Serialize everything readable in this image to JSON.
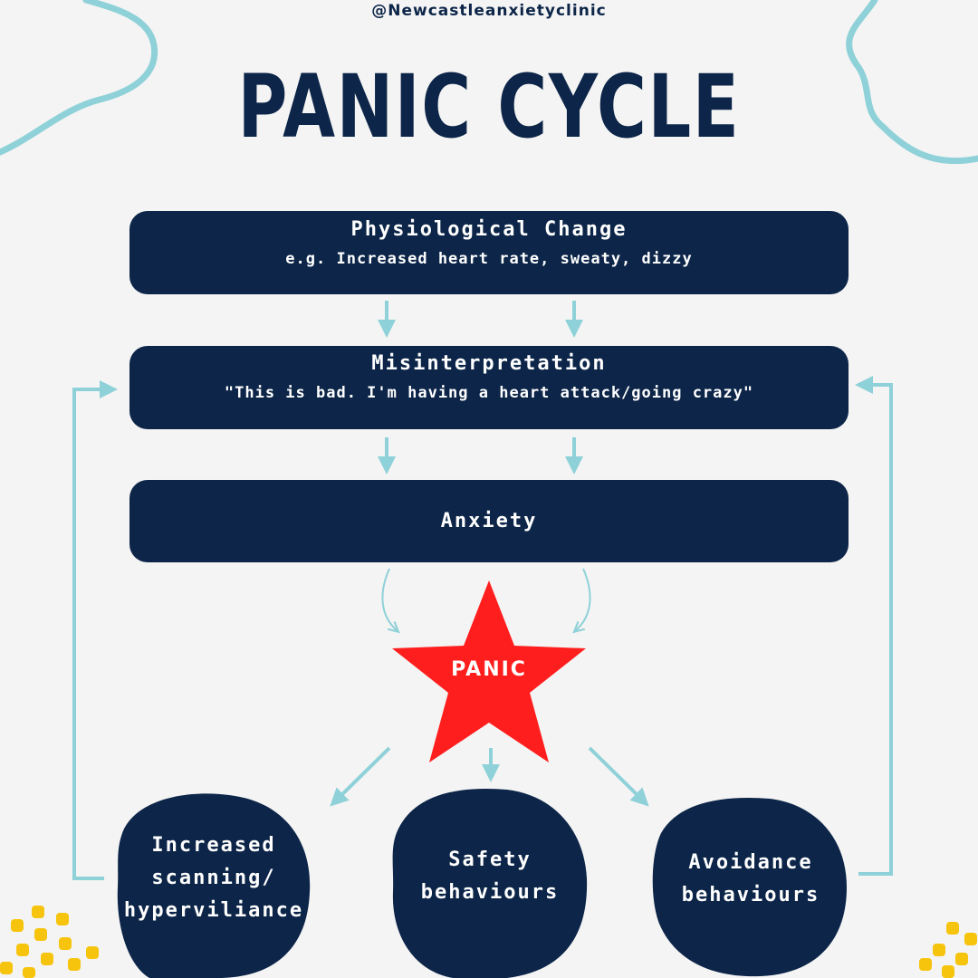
{
  "handle": "@Newcastleanxietyclinic",
  "title": "PANIC CYCLE",
  "steps": [
    {
      "title": "Physiological Change",
      "subtitle": "e.g. Increased heart rate, sweaty, dizzy"
    },
    {
      "title": "Misinterpretation",
      "subtitle": "\"This is bad. I'm having a heart attack/going crazy\""
    },
    {
      "title": "Anxiety",
      "subtitle": ""
    }
  ],
  "panic": "PANIC",
  "outcomes": [
    {
      "line1": "Increased",
      "line2": "scanning/",
      "line3": "hyperviliance"
    },
    {
      "line1": "Safety",
      "line2": "behaviours"
    },
    {
      "line1": "Avoidance",
      "line2": "behaviours"
    }
  ],
  "colors": {
    "navy": "#0c2548",
    "accent": "#8fd1d8",
    "star": "#ff1e1e",
    "dots": "#f6c40c",
    "background": "#f4f4f4"
  }
}
